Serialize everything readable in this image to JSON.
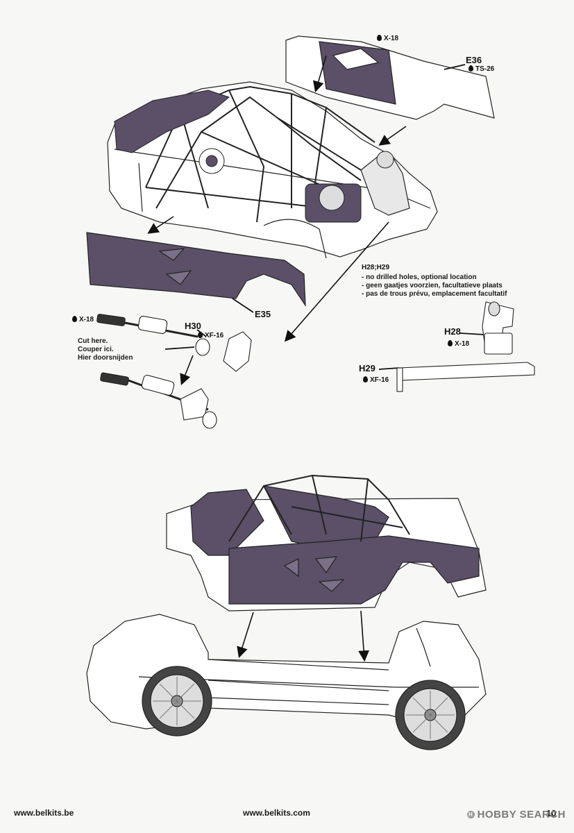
{
  "parts": {
    "e36": "E36",
    "e35": "E35",
    "h30": "H30",
    "h28": "H28",
    "h29": "H29",
    "h28_h29": "H28;H29"
  },
  "paints": {
    "x18_top": "X-18",
    "ts26": "TS-26",
    "x18_left": "X-18",
    "xf16_h30": "XF-16",
    "x18_h28": "X-18",
    "xf16_h29": "XF-16"
  },
  "cut_note": [
    "Cut here.",
    "Couper ici.",
    "Hier doorsnijden"
  ],
  "holes_note": [
    "- no drilled holes, optional location",
    "- geen gaatjes voorzien, facultatieve plaats",
    "- pas de trous prévu, emplacement facultatif"
  ],
  "footer": {
    "left_url": "www.belkits.be",
    "center_url": "www.belkits.com",
    "page_number": "10"
  },
  "watermark": "HOBBY SEARCH",
  "colors": {
    "panel_fill": "#5b5068",
    "line": "#222222",
    "paper": "#f7f7f5"
  }
}
